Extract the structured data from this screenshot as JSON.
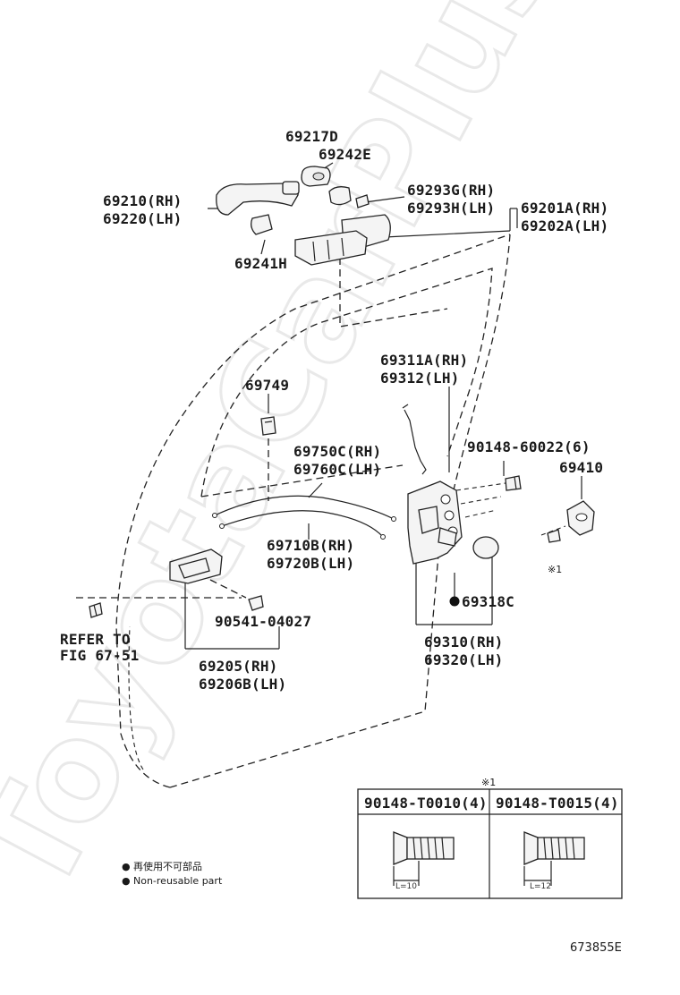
{
  "watermark": "ToyotaCarPlus.ru",
  "diagram_code": "673855E",
  "labels": {
    "p69217D": "69217D",
    "p69242E": "69242E",
    "p69210": "69210(RH)",
    "p69220": "69220(LH)",
    "p69293G": "69293G(RH)",
    "p69293H": "69293H(LH)",
    "p69201A": "69201A(RH)",
    "p69202A": "69202A(LH)",
    "p69241H": "69241H",
    "p69311A": "69311A(RH)",
    "p69312": "69312(LH)",
    "p69749": "69749",
    "p90148_60022": "90148-60022(6)",
    "p69410": "69410",
    "p69750C": "69750C(RH)",
    "p69760C": "69760C(LH)",
    "p69710B": "69710B(RH)",
    "p69720B": "69720B(LH)",
    "note_mark": "※1",
    "p69318C": "69318C",
    "p90541": "90541-04027",
    "refer_line1": "REFER TO",
    "refer_line2": "FIG 67-51",
    "p69205": "69205(RH)",
    "p69206B": "69206B(LH)",
    "p69310": "69310(RH)",
    "p69320": "69320(LH)"
  },
  "legend": {
    "bullet": "●",
    "japanese": "再使用不可部品",
    "english": "Non-reusable part"
  },
  "screw_table": {
    "note_mark": "※1",
    "columns": [
      {
        "part": "90148-T0010(4)",
        "length": "L=10"
      },
      {
        "part": "90148-T0015(4)",
        "length": "L=12"
      }
    ]
  }
}
